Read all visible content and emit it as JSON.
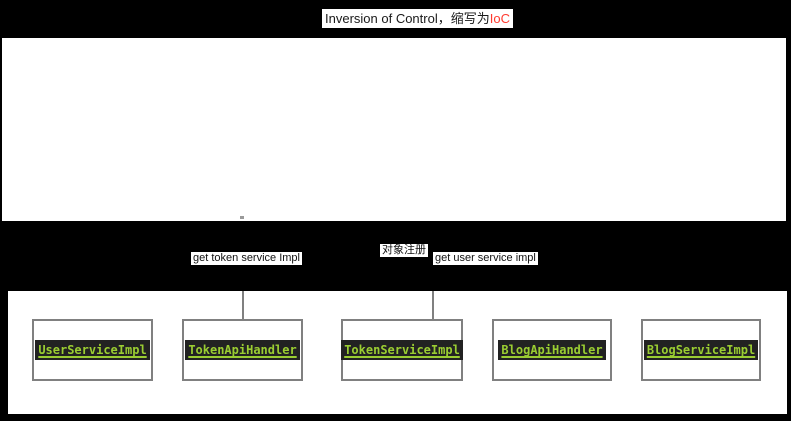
{
  "title": {
    "text_main": "Inversion of Control，缩写为",
    "text_highlight": "IoC"
  },
  "connections": {
    "get_token_label": "get token service Impl",
    "register_label": "对象注册",
    "get_user_label": "get user service impl"
  },
  "services": [
    {
      "name": "UserServiceImpl"
    },
    {
      "name": "TokenApiHandler"
    },
    {
      "name": "TokenServiceImpl"
    },
    {
      "name": "BlogApiHandler"
    },
    {
      "name": "BlogServiceImpl"
    }
  ],
  "colors": {
    "background": "#000000",
    "canvas": "#ffffff",
    "accent_green": "#9acd32",
    "service_label_bg": "#222222",
    "border_gray": "#808080",
    "highlight_red": "#ff3b30"
  }
}
